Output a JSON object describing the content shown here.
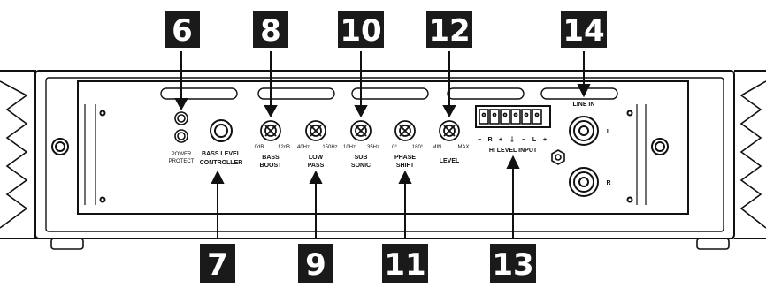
{
  "callouts": {
    "c6": "6",
    "c7": "7",
    "c8": "8",
    "c9": "9",
    "c10": "10",
    "c11": "11",
    "c12": "12",
    "c13": "13",
    "c14": "14"
  },
  "labels": {
    "power": "POWER",
    "protect": "PROTECT",
    "bass_level_1": "BASS LEVEL",
    "bass_level_2": "CONTROLLER",
    "bass_boost_1": "BASS",
    "bass_boost_2": "BOOST",
    "bass_boost_min": "0dB",
    "bass_boost_max": "12dB",
    "low_pass_1": "LOW",
    "low_pass_2": "PASS",
    "low_pass_min": "40Hz",
    "low_pass_max": "150Hz",
    "sub_sonic_1": "SUB",
    "sub_sonic_2": "SONIC",
    "sub_sonic_min": "10Hz",
    "sub_sonic_max": "35Hz",
    "phase_1": "PHASE",
    "phase_2": "SHIFT",
    "phase_min": "0°",
    "phase_max": "180°",
    "level": "LEVEL",
    "level_min": "MIN",
    "level_max": "MAX",
    "hi_level_input": "HI LEVEL INPUT",
    "terminal_marks": [
      "−",
      "R",
      "+",
      "⏚",
      "−",
      "L",
      "+"
    ],
    "line_in": "LINE IN",
    "line_l": "L",
    "line_r": "R"
  },
  "colors": {
    "ink": "#111111",
    "callout_bg": "#1a1a1a"
  }
}
